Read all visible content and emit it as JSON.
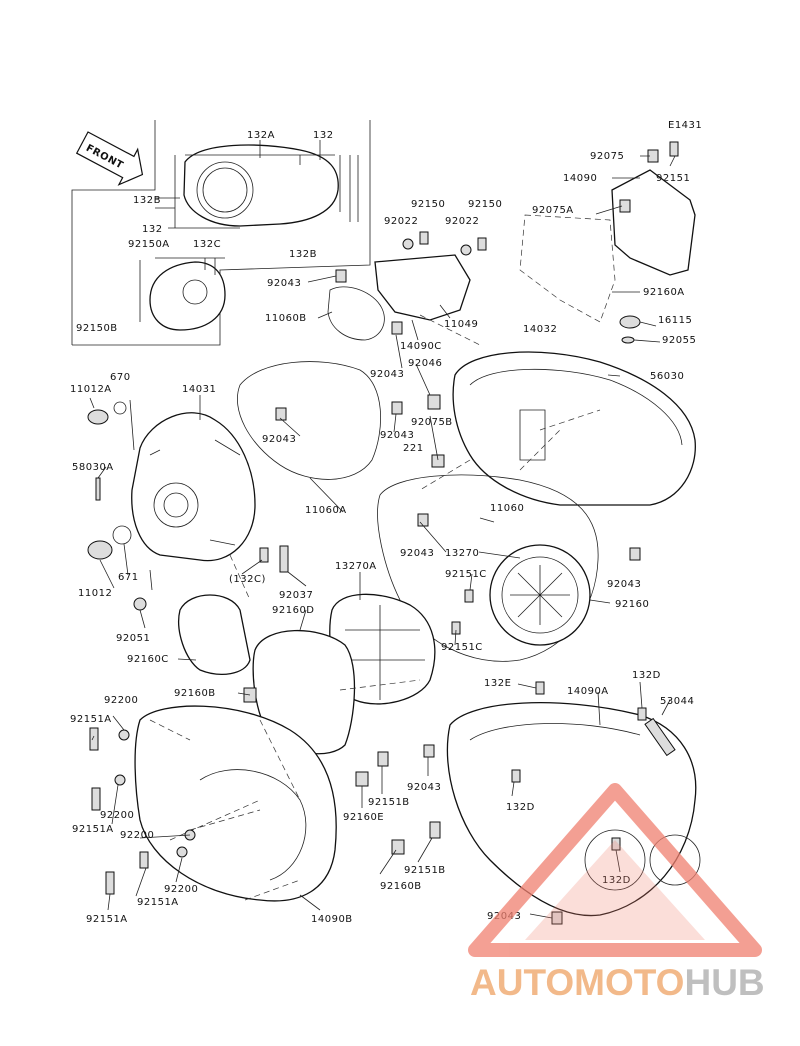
{
  "diagram_id": "E1431",
  "front_label": "FRONT",
  "labels": {
    "l132A": "132A",
    "l132": "132",
    "l132B_top": "132B",
    "l132_mid": "132",
    "l132B_low": "132B",
    "l92150A": "92150A",
    "l132C": "132C",
    "l92150B": "92150B",
    "l92150_1": "92150",
    "l92150_2": "92150",
    "l92022_1": "92022",
    "l92022_2": "92022",
    "l92043_a": "92043",
    "l11060B": "11060B",
    "l11049": "11049",
    "l14090C": "14090C",
    "l92043_b": "92043",
    "l92075": "92075",
    "l14090": "14090",
    "l92151": "92151",
    "l92075A": "92075A",
    "l92160A": "92160A",
    "l16115": "16115",
    "l92055": "92055",
    "l14032": "14032",
    "l92046": "92046",
    "l56030": "56030",
    "l92075B": "92075B",
    "l221": "221",
    "l11012A": "11012A",
    "l670": "670",
    "l14031": "14031",
    "l92043_c": "92043",
    "l92043_d": "92043",
    "l58030A": "58030A",
    "l11060A": "11060A",
    "l11060": "11060",
    "l92043_e": "92043",
    "l13270": "13270",
    "l671": "671",
    "l11012": "11012",
    "l132C_p": "(132C)",
    "l92037": "92037",
    "l13270A": "13270A",
    "l92151C_1": "92151C",
    "l92043_f": "92043",
    "l92160D": "92160D",
    "l92160": "92160",
    "l92051": "92051",
    "l92151C_2": "92151C",
    "l92160C": "92160C",
    "l132E": "132E",
    "l14090A": "14090A",
    "l132D_1": "132D",
    "l53044": "53044",
    "l92200_1": "92200",
    "l92160B_1": "92160B",
    "l92151A_1": "92151A",
    "l92043_g": "92043",
    "l92151B_1": "92151B",
    "l132D_2": "132D",
    "l92200_2": "92200",
    "l92151A_2": "92151A",
    "l92160E": "92160E",
    "l92200_3": "92200",
    "l92151B_2": "92151B",
    "l92200_4": "92200",
    "l92160B_2": "92160B",
    "l132D_3": "132D",
    "l92151A_3": "92151A",
    "l92151A_4": "92151A",
    "l14090B": "14090B",
    "l92043_h": "92043"
  },
  "watermark": {
    "part1": "AUTOMOTO",
    "part2": "HUB",
    "accent_color": "#f08070",
    "text_color_1": "#f2b98a",
    "text_color_2": "#bfbfbf"
  }
}
